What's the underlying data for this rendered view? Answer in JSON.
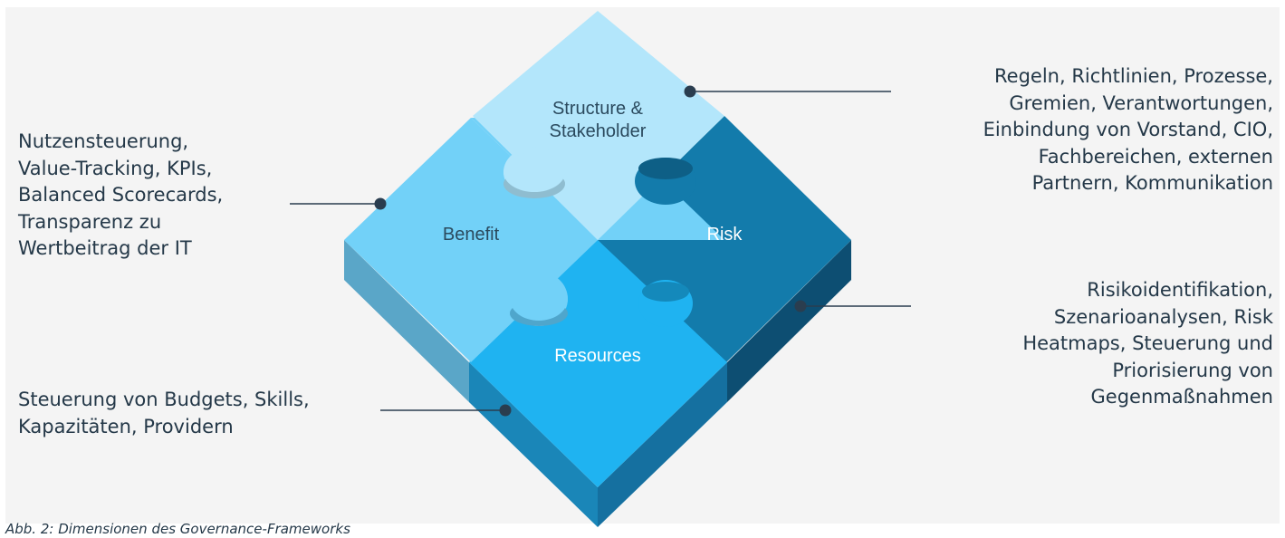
{
  "pieces": {
    "structure": {
      "label_lines": [
        "Structure &",
        "Stakeholder"
      ],
      "color": "#b3e6fb"
    },
    "benefit": {
      "label": "Benefit",
      "color": "#72d1f8"
    },
    "risk": {
      "label": "Risk",
      "color": "#137bab"
    },
    "resources": {
      "label": "Resources",
      "color": "#1fb3f1"
    }
  },
  "callouts": {
    "benefit": {
      "lines": [
        "Nutzensteuerung,",
        "Value-Tracking, KPIs,",
        "Balanced Scorecards,",
        "Transparenz zu",
        "Wertbeitrag der IT"
      ]
    },
    "structure": {
      "lines": [
        "Regeln, Richtlinien, Prozesse,",
        "Gremien, Verantwortungen,",
        "Einbindung von Vorstand, CIO,",
        "Fachbereichen,  externen",
        "Partnern, Kommunikation"
      ]
    },
    "risk": {
      "lines": [
        "Risikoidentifikation,",
        "Szenarioanalysen, Risk",
        "Heatmaps, Steuerung und",
        "Priorisierung von",
        "Gegenmaßnahmen"
      ]
    },
    "resources": {
      "lines": [
        "Steuerung von Budgets, Skills,",
        "Kapazitäten, Providern"
      ]
    }
  },
  "caption": "Abb. 2: Dimensionen des Governance-Frameworks",
  "colors": {
    "background": "#f4f4f4",
    "text": "#243848",
    "connector": "#2a3d4f"
  }
}
